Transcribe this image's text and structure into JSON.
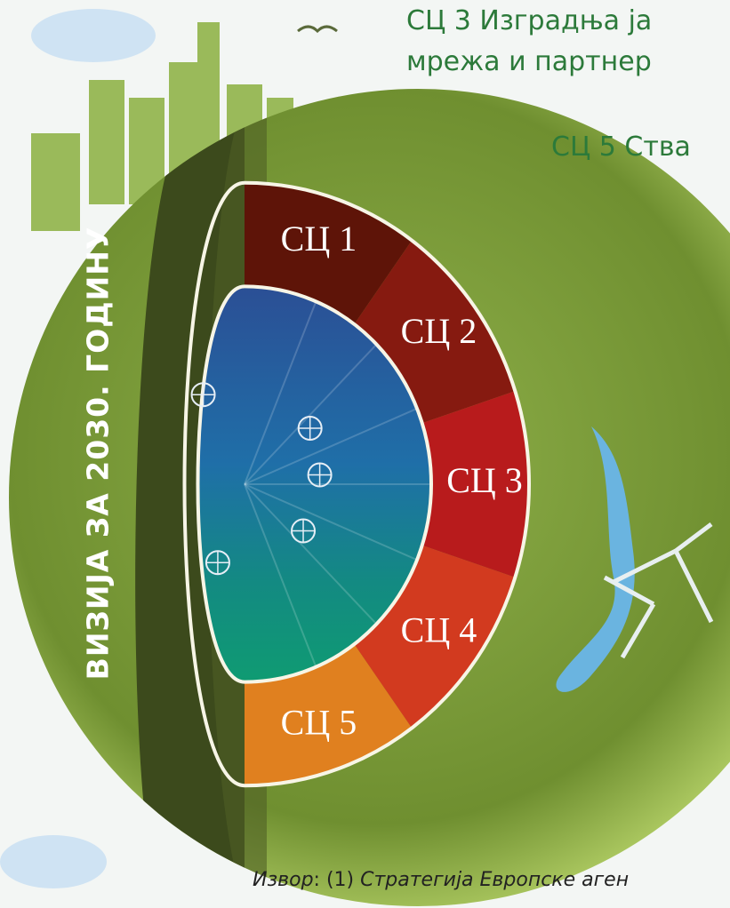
{
  "header": {
    "line1": "СЦ 3 Изградња ја",
    "line2": "мрежа и партнер",
    "line3": "СЦ 5 Ства"
  },
  "vision": {
    "label": "ВИЗИЈА ЗА 2030. ГОДИНУ"
  },
  "goals": [
    {
      "label": "СЦ 1",
      "color": "#5e1408"
    },
    {
      "label": "СЦ 2",
      "color": "#861a10"
    },
    {
      "label": "СЦ 3",
      "color": "#b81b1c"
    },
    {
      "label": "СЦ 4",
      "color": "#d23a1f"
    },
    {
      "label": "СЦ 5",
      "color": "#e0801f"
    }
  ],
  "core_icons": [
    "globe-icon",
    "globe-grid-icon",
    "hand-leaf-icon",
    "recycle-icon",
    "earth-icon"
  ],
  "source": {
    "prefix": "Извор",
    "separator": ": (1) ",
    "title": "Стратегија Европске аген"
  },
  "colors": {
    "globe_green": "#7a9a3a",
    "globe_dark": "#3a4a1a",
    "core_blue": "#2a5fa0",
    "core_teal": "#1a9b8a",
    "water": "#6ab4e0"
  }
}
